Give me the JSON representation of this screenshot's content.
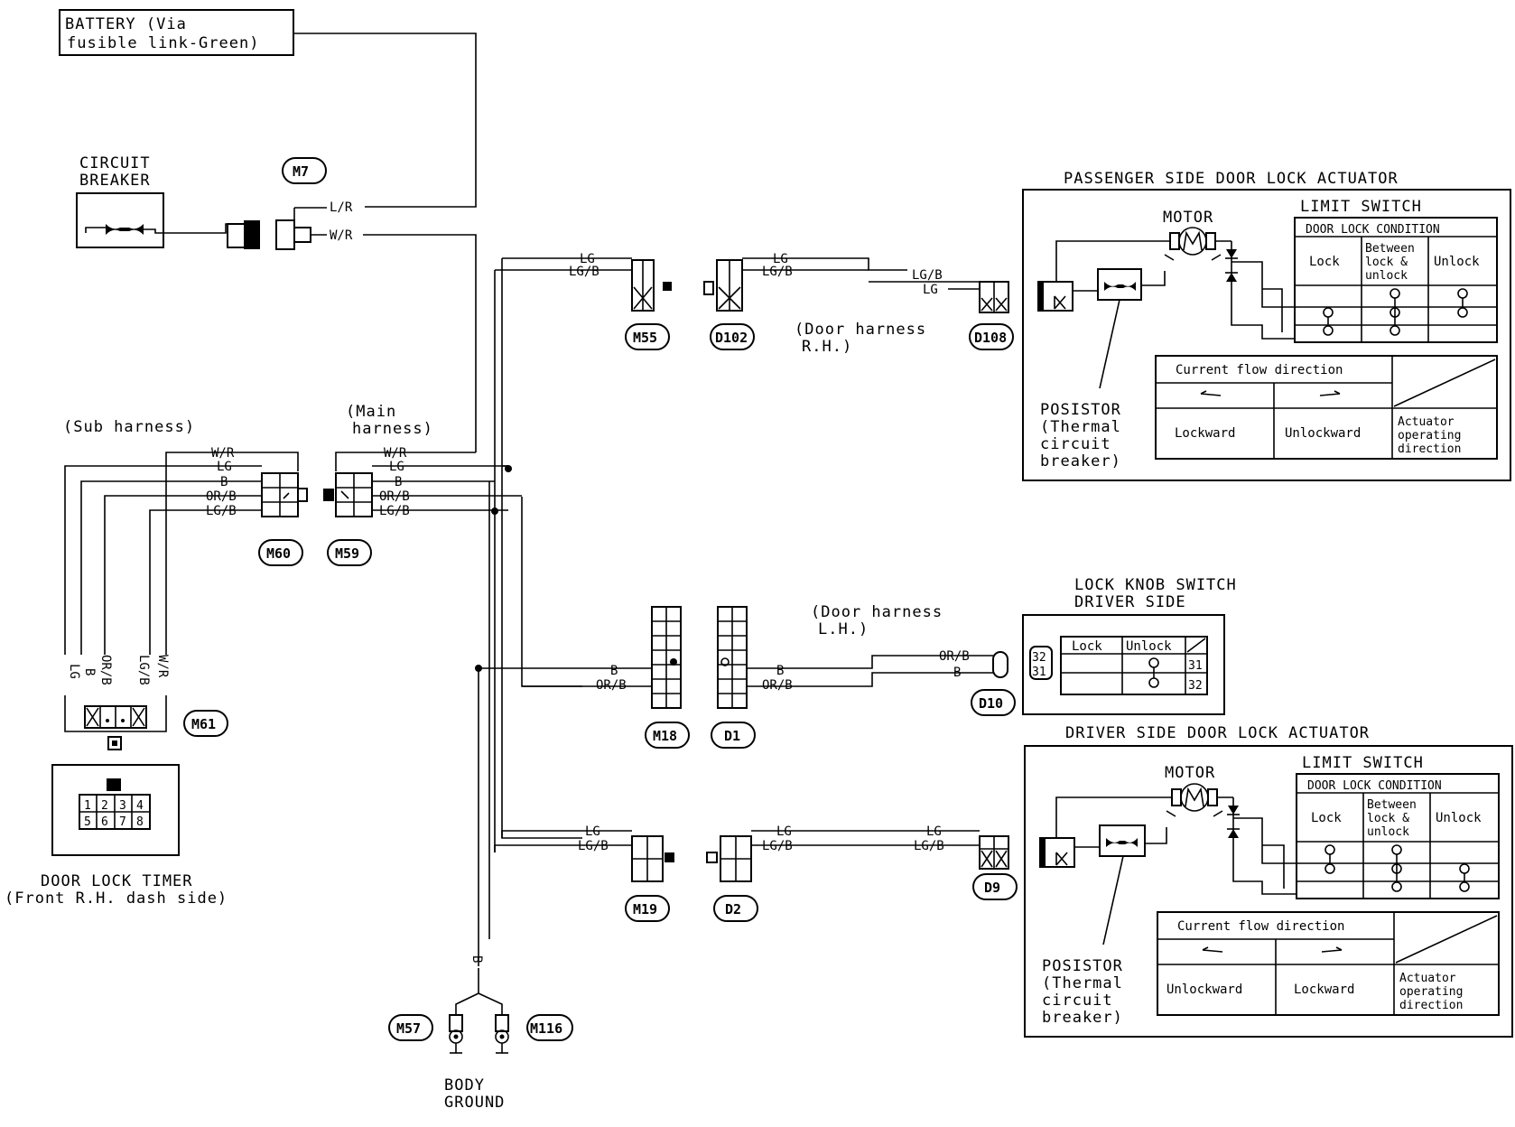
{
  "battery": {
    "line1": "BATTERY (Via",
    "line2": "fusible link-Green)"
  },
  "circuit_breaker": {
    "line1": "CIRCUIT",
    "line2": "BREAKER"
  },
  "connectors": {
    "m7": "M7",
    "m55": "M55",
    "d102": "D102",
    "d108": "D108",
    "m60": "M60",
    "m59": "M59",
    "m61": "M61",
    "m18": "M18",
    "d1": "D1",
    "d10": "D10",
    "m19": "M19",
    "d2": "D2",
    "d9": "D9",
    "m57": "M57",
    "m116": "M116"
  },
  "wires": {
    "lr": "L/R",
    "wr": "W/R",
    "lg": "LG",
    "lgb": "LG/B",
    "b": "B",
    "orb": "OR/B"
  },
  "harness": {
    "sub": "(Sub harness)",
    "main_line1": "(Main",
    "main_line2": "harness)",
    "door_rh_line1": "(Door harness",
    "door_rh_line2": "R.H.)",
    "door_lh_line1": "(Door harness",
    "door_lh_line2": "L.H.)"
  },
  "timer": {
    "line1": "DOOR LOCK TIMER",
    "line2": "(Front R.H. dash side)",
    "pins": [
      "1",
      "2",
      "3",
      "4",
      "5",
      "6",
      "7",
      "8"
    ]
  },
  "ground": {
    "line1": "BODY",
    "line2": "GROUND",
    "wire": "B"
  },
  "passenger": {
    "title": "PASSENGER SIDE DOOR LOCK ACTUATOR",
    "motor": "MOTOR",
    "limit_switch": "LIMIT SWITCH",
    "condition": "DOOR LOCK CONDITION",
    "lock": "Lock",
    "between_1": "Between",
    "between_2": "lock &",
    "between_3": "unlock",
    "unlock": "Unlock",
    "current_flow": "Current flow direction",
    "dir_left": "Lockward",
    "dir_right": "Unlockward",
    "act_1": "Actuator",
    "act_2": "operating",
    "act_3": "direction",
    "posistor_1": "POSISTOR",
    "posistor_2": "(Thermal",
    "posistor_3": "circuit",
    "posistor_4": "breaker)"
  },
  "driver": {
    "title": "DRIVER SIDE DOOR LOCK ACTUATOR",
    "motor": "MOTOR",
    "limit_switch": "LIMIT SWITCH",
    "condition": "DOOR LOCK CONDITION",
    "lock": "Lock",
    "between_1": "Between",
    "between_2": "lock &",
    "between_3": "unlock",
    "unlock": "Unlock",
    "current_flow": "Current flow direction",
    "dir_left": "Unlockward",
    "dir_right": "Lockward",
    "act_1": "Actuator",
    "act_2": "operating",
    "act_3": "direction",
    "posistor_1": "POSISTOR",
    "posistor_2": "(Thermal",
    "posistor_3": "circuit",
    "posistor_4": "breaker)"
  },
  "knob": {
    "title_1": "LOCK KNOB SWITCH",
    "title_2": "DRIVER SIDE",
    "lock": "Lock",
    "unlock": "Unlock",
    "pin_31": "31",
    "pin_32": "32"
  }
}
